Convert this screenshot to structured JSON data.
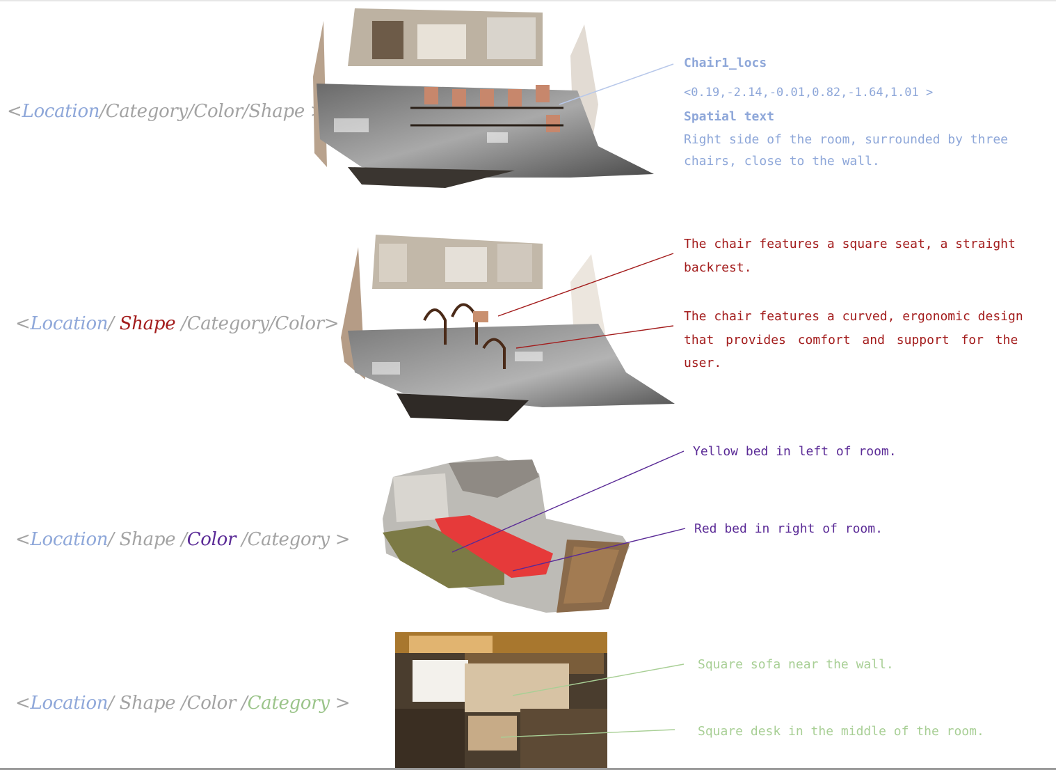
{
  "rows": [
    {
      "sequence": {
        "open": "<",
        "parts": [
          "Location",
          "/Category/Color/Shape",
          " >"
        ]
      },
      "annotations": {
        "locs_title": "Chair1_locs",
        "locs_values": "<0.19,-2.14,-0.01,0.82,-1.64,1.01 >",
        "spatial_title": "Spatial text",
        "spatial_line1": "Right side of the room, surrounded by three",
        "spatial_line2": "chairs, close to the wall."
      }
    },
    {
      "sequence": {
        "open": "<",
        "parts": [
          "Location",
          "/ ",
          "Shape",
          " /Category/Color>"
        ]
      },
      "annotations": {
        "shape1_line1": "The chair features a square seat, a straight",
        "shape1_line2": "backrest.",
        "shape2_line1": "The chair features a curved, ergonomic design",
        "shape2_line2": "that provides comfort and support for the",
        "shape2_line3": "user."
      }
    },
    {
      "sequence": {
        "open": "<",
        "parts": [
          "Location",
          "/ Shape /",
          "Color",
          " /Category >"
        ]
      },
      "annotations": {
        "color1": "Yellow bed in left of room.",
        "color2": "Red bed in right of room."
      }
    },
    {
      "sequence": {
        "open": "<",
        "parts": [
          "Location",
          "/ Shape /Color /",
          "Category",
          " >"
        ]
      },
      "annotations": {
        "cat1": "Square sofa near the wall.",
        "cat2": "Square desk in the middle of the room."
      }
    }
  ],
  "colors": {
    "location": "#8ea7d9",
    "shape": "#a31c1c",
    "color": "#5a2a96",
    "category": "#9bc48a",
    "neutral": "#a3a3a3"
  }
}
